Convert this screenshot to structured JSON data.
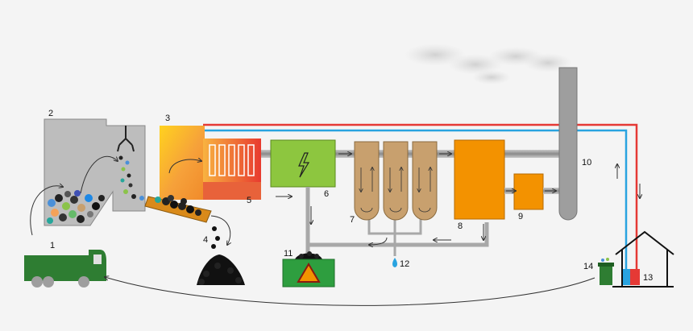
{
  "labels": {
    "truck": "1",
    "bunker": "2",
    "furnace": "3",
    "bottom_ash": "4",
    "boiler": "5",
    "generator": "6",
    "filters": "7",
    "scrubber": "8",
    "fan": "9",
    "chimney": "10",
    "fly_ash": "11",
    "wastewater": "12",
    "house": "13",
    "bin": "14"
  },
  "colors": {
    "background": "#f4f4f4",
    "truck": "#2e7d32",
    "bunker": "#bdbdbd",
    "generator": "#8dc63f",
    "filter": "#c8a06e",
    "scrubber": "#f39200",
    "chimney": "#9e9e9e",
    "hot_line": "#e53935",
    "cold_line": "#29a3e0",
    "ash_box": "#2e9e3f",
    "warning": "#f39200",
    "bin": "#2e7d32"
  },
  "icons": [
    "lightning-icon",
    "warning-triangle-icon",
    "crane-grabber-icon",
    "water-drop-icon",
    "smoke-plume"
  ]
}
